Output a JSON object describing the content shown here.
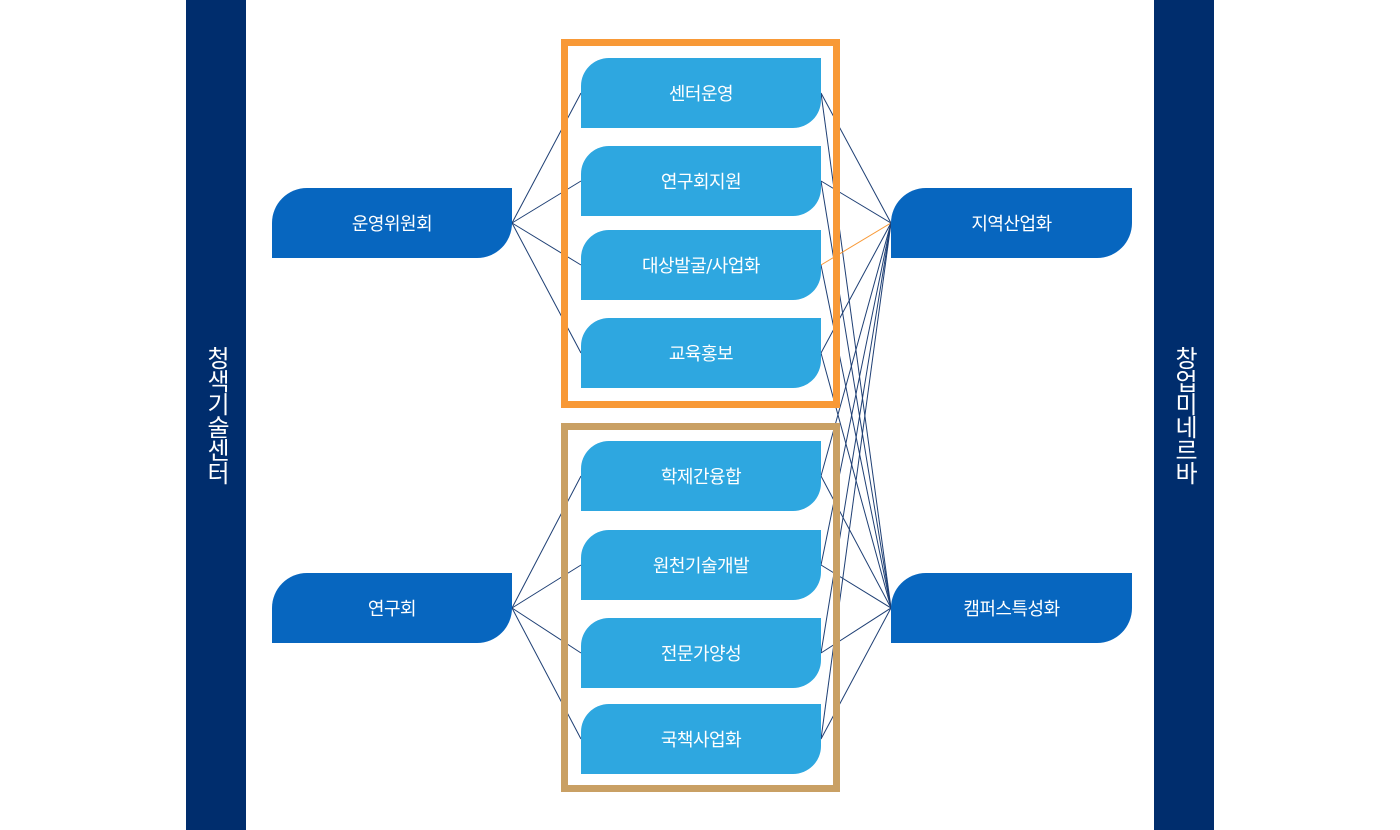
{
  "colors": {
    "sidebar": "#002d6d",
    "primary_node": "#0766bf",
    "sub_node": "#2ea7e0",
    "frame_top": "#f89937",
    "frame_bottom": "#c9a064",
    "line": "#1e3f74",
    "line_highlight": "#f89937"
  },
  "sidebars": {
    "left": "청색기술센터",
    "right": "창업미네르바"
  },
  "left_nodes": [
    "운영위원회",
    "연구회"
  ],
  "center_nodes": [
    "센터운영",
    "연구회지원",
    "대상발굴/사업화",
    "교육홍보",
    "학제간융합",
    "원천기술개발",
    "전문가양성",
    "국책사업화"
  ],
  "right_nodes": [
    "지역산업화",
    "캠퍼스특성화"
  ],
  "groups": [
    {
      "frame": "top",
      "members": [
        "센터운영",
        "연구회지원",
        "대상발굴/사업화",
        "교육홍보"
      ]
    },
    {
      "frame": "bottom",
      "members": [
        "학제간융합",
        "원천기술개발",
        "전문가양성",
        "국책사업화"
      ]
    }
  ]
}
